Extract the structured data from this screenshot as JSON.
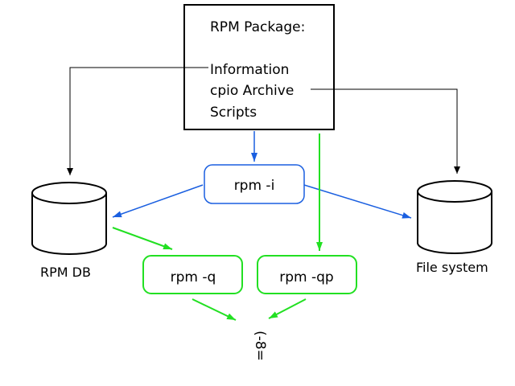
{
  "colors": {
    "black": "#000000",
    "blue": "#1a5fe0",
    "green": "#22e022"
  },
  "package": {
    "title": "RPM Package:",
    "items": [
      "Information",
      "cpio Archive",
      "Scripts"
    ]
  },
  "commands": {
    "install": "rpm -i",
    "query": "rpm -q",
    "query_package": "rpm -qp"
  },
  "databases": {
    "rpm_db": "RPM DB",
    "file_system": "File system"
  },
  "emoticon": "(-8="
}
